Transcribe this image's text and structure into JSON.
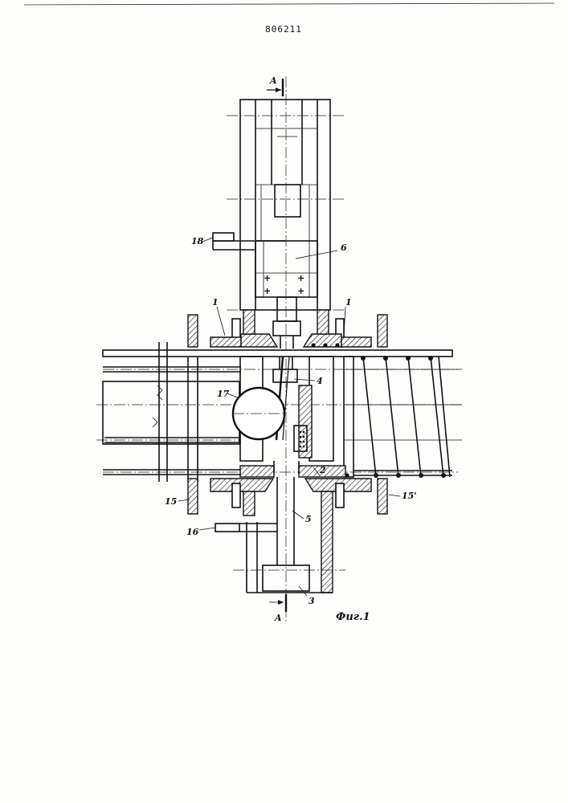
{
  "document": {
    "patent_number": "806211",
    "figure_caption": "Фиг.1",
    "section_marks": {
      "top": "A",
      "bottom": "A"
    }
  },
  "labels": [
    {
      "id": "1a",
      "text": "1"
    },
    {
      "id": "1b",
      "text": "1"
    },
    {
      "id": "2",
      "text": "2"
    },
    {
      "id": "3",
      "text": "3"
    },
    {
      "id": "4",
      "text": "4"
    },
    {
      "id": "5",
      "text": "5"
    },
    {
      "id": "6",
      "text": "6"
    },
    {
      "id": "15a",
      "text": "15"
    },
    {
      "id": "15b",
      "text": "15'"
    },
    {
      "id": "16",
      "text": "16"
    },
    {
      "id": "17",
      "text": "17"
    },
    {
      "id": "18",
      "text": "18"
    }
  ]
}
